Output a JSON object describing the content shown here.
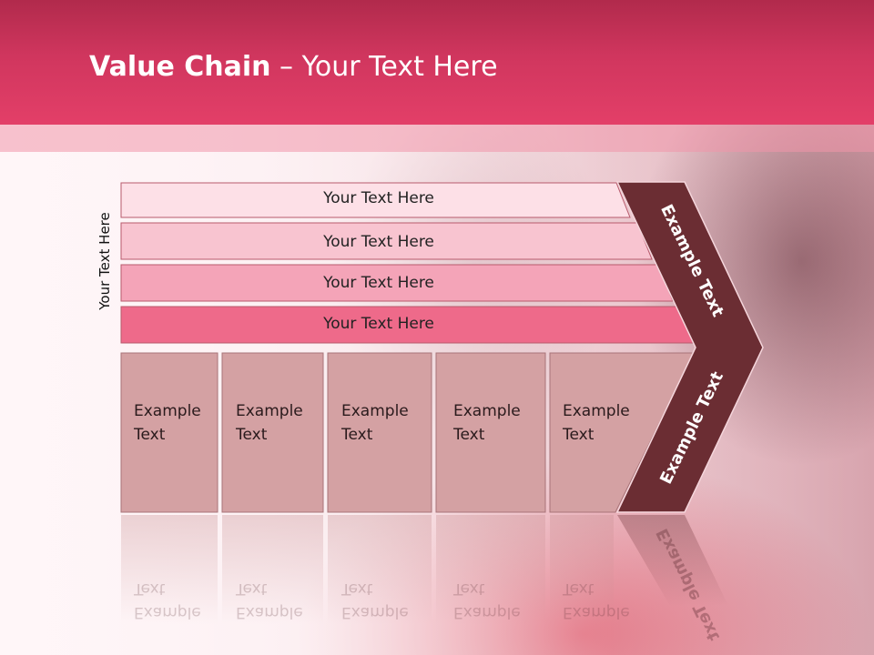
{
  "slide": {
    "title_bold": "Value Chain",
    "title_rest": " – Your Text Here",
    "side_label": "Your Text Here"
  },
  "bands": [
    {
      "label": "Your Text Here",
      "color": "#fde0e7"
    },
    {
      "label": "Your Text Here",
      "color": "#f8c4d0"
    },
    {
      "label": "Your Text Here",
      "color": "#f4a4b8"
    },
    {
      "label": "Your Text Here",
      "color": "#ee6a8a"
    }
  ],
  "boxes": [
    {
      "label": "Example\nText"
    },
    {
      "label": "Example\nText"
    },
    {
      "label": "Example\nText"
    },
    {
      "label": "Example\nText"
    },
    {
      "label": "Example\nText"
    }
  ],
  "chevron": {
    "top_label": "Example Text",
    "bottom_label": "Example Text",
    "color": "#6b2d33"
  },
  "colors": {
    "header": "#d0365e",
    "box_fill": "#d4a1a3"
  }
}
